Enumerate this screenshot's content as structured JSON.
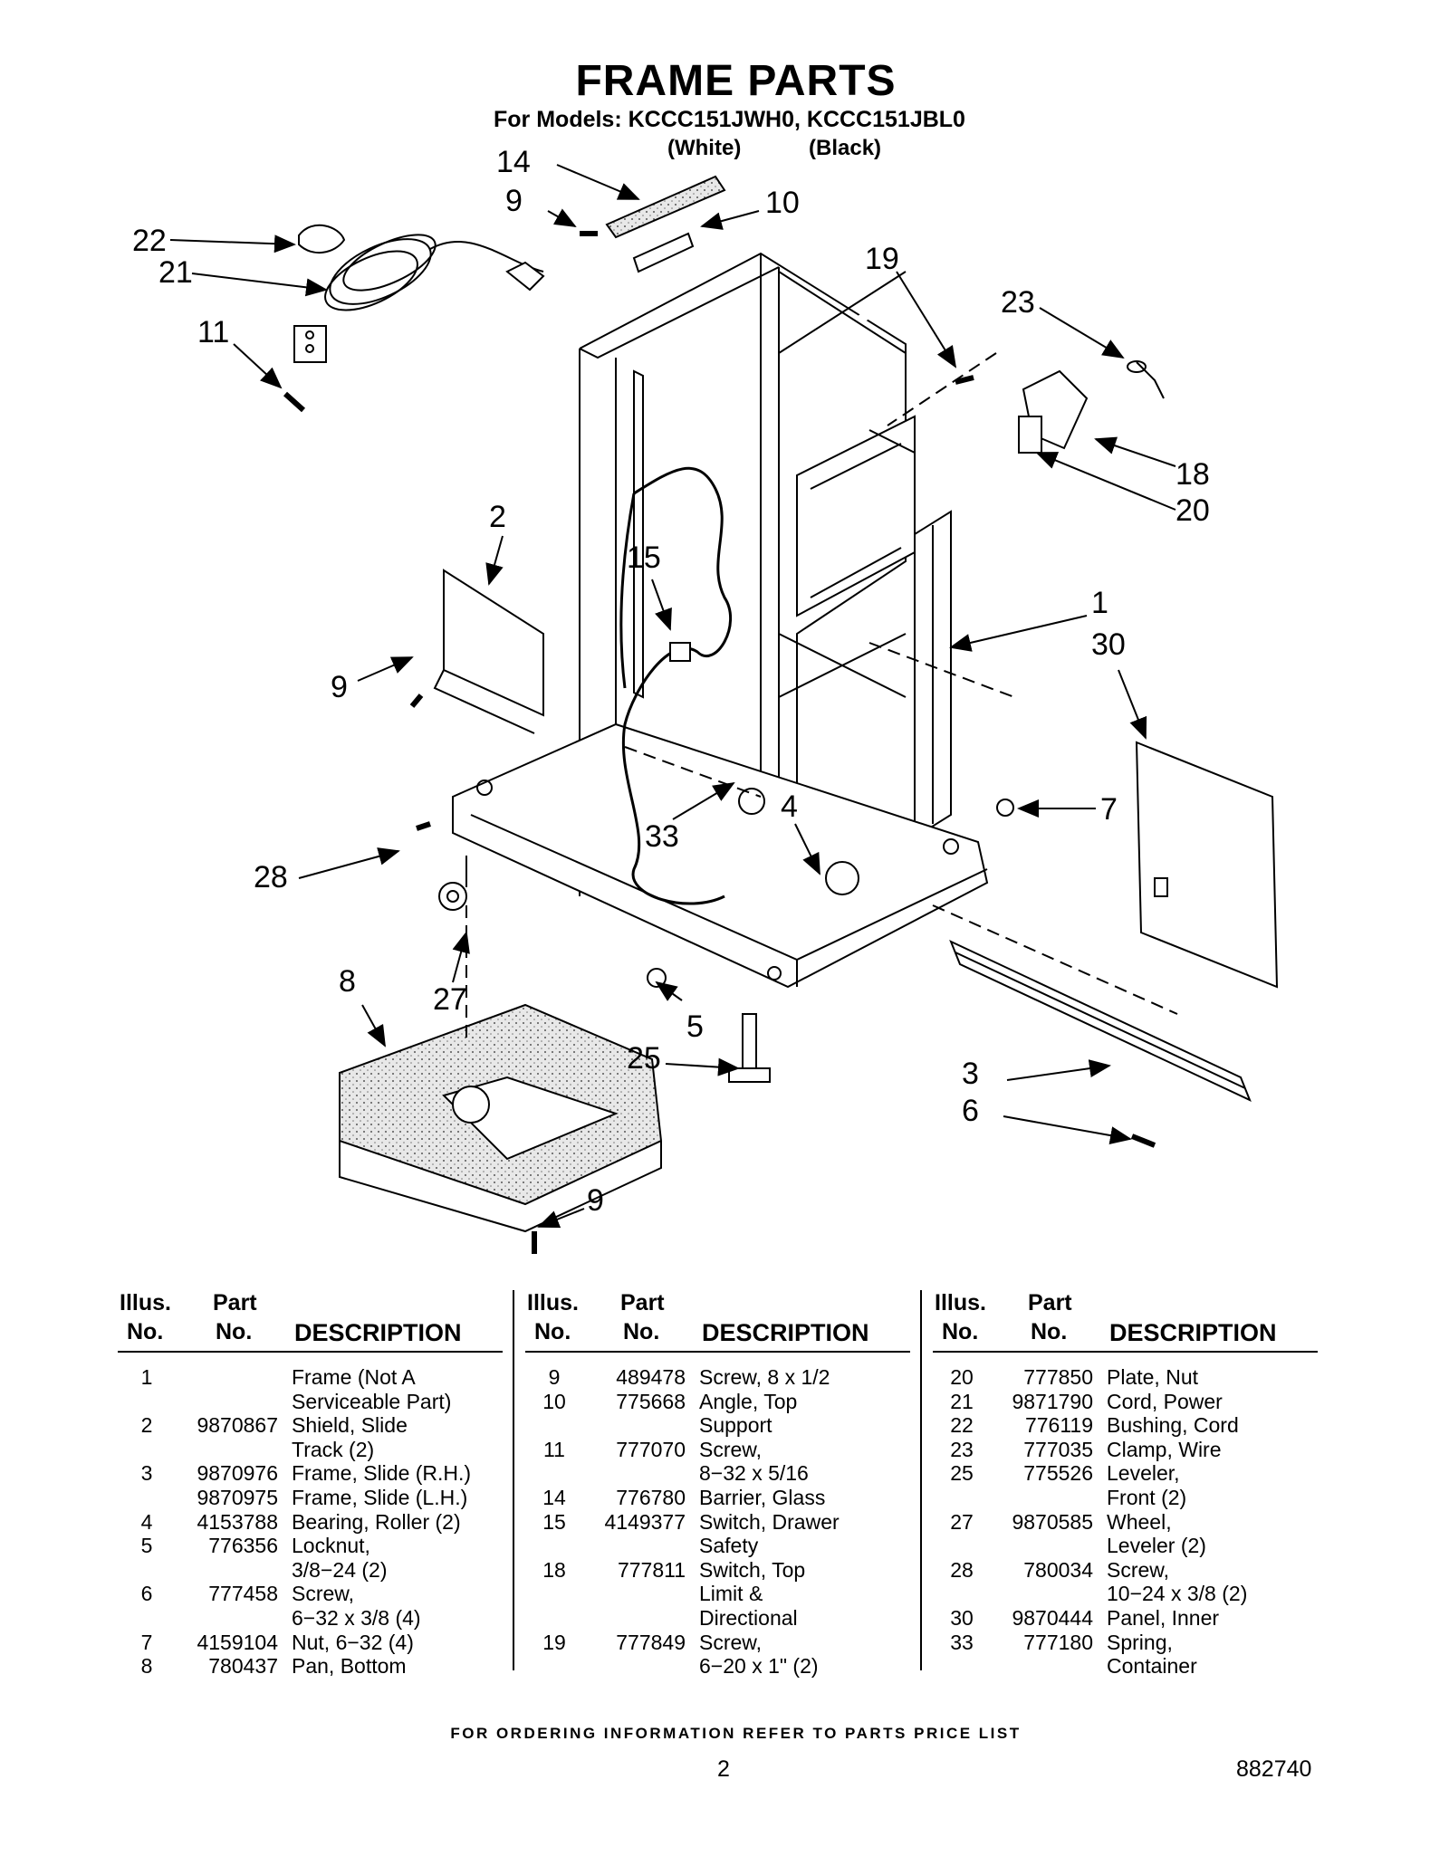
{
  "header": {
    "title": "FRAME PARTS",
    "subtitle": "For Models: KCCC151JWH0, KCCC151JBL0",
    "color_white": "(White)",
    "color_black": "(Black)"
  },
  "callouts": [
    "14",
    "9",
    "10",
    "22",
    "21",
    "19",
    "11",
    "23",
    "18",
    "20",
    "2",
    "15",
    "1",
    "30",
    "9",
    "7",
    "4",
    "33",
    "28",
    "27",
    "8",
    "5",
    "25",
    "3",
    "6",
    "9"
  ],
  "table": {
    "headers": {
      "illus1": "Illus.",
      "illus2": "No.",
      "part1": "Part",
      "part2": "No.",
      "desc": "DESCRIPTION"
    },
    "columns": [
      [
        {
          "no": "1",
          "part": "",
          "desc": "Frame (Not A\nServiceable Part)"
        },
        {
          "no": "2",
          "part": "9870867",
          "desc": "Shield, Slide\nTrack (2)"
        },
        {
          "no": "3",
          "part": "9870976",
          "desc": "Frame, Slide (R.H.)"
        },
        {
          "no": "",
          "part": "9870975",
          "desc": "Frame, Slide (L.H.)"
        },
        {
          "no": "4",
          "part": "4153788",
          "desc": "Bearing, Roller (2)"
        },
        {
          "no": "5",
          "part": "776356",
          "desc": "Locknut,\n3/8−24 (2)"
        },
        {
          "no": "6",
          "part": "777458",
          "desc": "Screw,\n6−32 x 3/8 (4)"
        },
        {
          "no": "7",
          "part": "4159104",
          "desc": "Nut, 6−32 (4)"
        },
        {
          "no": "8",
          "part": "780437",
          "desc": "Pan, Bottom"
        }
      ],
      [
        {
          "no": "9",
          "part": "489478",
          "desc": "Screw, 8 x 1/2"
        },
        {
          "no": "10",
          "part": "775668",
          "desc": "Angle, Top\nSupport"
        },
        {
          "no": "11",
          "part": "777070",
          "desc": "Screw,\n8−32 x 5/16"
        },
        {
          "no": "14",
          "part": "776780",
          "desc": "Barrier, Glass"
        },
        {
          "no": "15",
          "part": "4149377",
          "desc": "Switch, Drawer\nSafety"
        },
        {
          "no": "18",
          "part": "777811",
          "desc": "Switch, Top\nLimit &\nDirectional"
        },
        {
          "no": "19",
          "part": "777849",
          "desc": "Screw,\n6−20 x 1\" (2)"
        }
      ],
      [
        {
          "no": "20",
          "part": "777850",
          "desc": "Plate, Nut"
        },
        {
          "no": "21",
          "part": "9871790",
          "desc": "Cord, Power"
        },
        {
          "no": "22",
          "part": "776119",
          "desc": "Bushing, Cord"
        },
        {
          "no": "23",
          "part": "777035",
          "desc": "Clamp, Wire"
        },
        {
          "no": "25",
          "part": "775526",
          "desc": "Leveler,\nFront (2)"
        },
        {
          "no": "27",
          "part": "9870585",
          "desc": "Wheel,\nLeveler (2)"
        },
        {
          "no": "28",
          "part": "780034",
          "desc": "Screw,\n10−24 x 3/8 (2)"
        },
        {
          "no": "30",
          "part": "9870444",
          "desc": "Panel, Inner"
        },
        {
          "no": "33",
          "part": "777180",
          "desc": "Spring,\nContainer"
        }
      ]
    ]
  },
  "footer": {
    "ordering": "FOR ORDERING INFORMATION REFER TO PARTS PRICE LIST",
    "page": "2",
    "doc_number": "882740"
  }
}
